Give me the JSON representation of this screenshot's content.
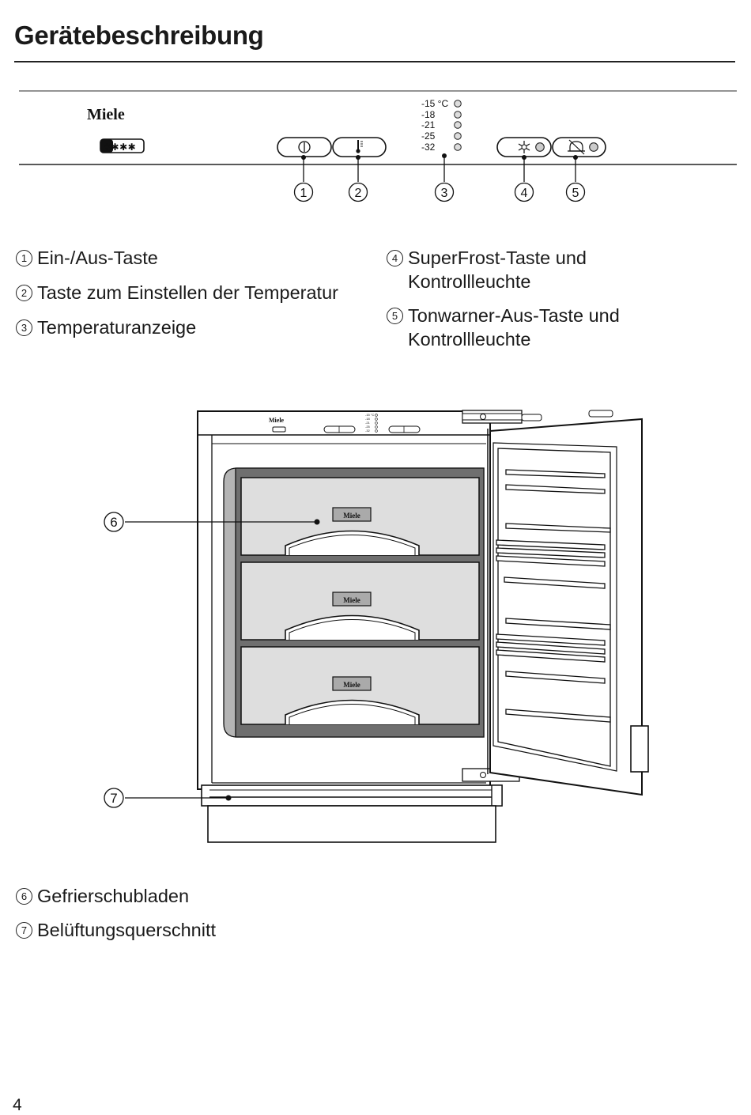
{
  "header": {
    "title": "Gerätebeschreibung"
  },
  "panel": {
    "brand": "Miele",
    "star_rating": "✱✱✱✱",
    "temperatures": [
      "-15 °C",
      "-18",
      "-21",
      "-25",
      "-32"
    ],
    "callouts": [
      "1",
      "2",
      "3",
      "4",
      "5"
    ]
  },
  "legend_top": [
    {
      "num": "1",
      "text": "Ein-/Aus-Taste"
    },
    {
      "num": "2",
      "text": "Taste zum Einstellen der Temperatur"
    },
    {
      "num": "3",
      "text": "Temperaturanzeige"
    },
    {
      "num": "4",
      "text": "SuperFrost-Taste und",
      "text2": "Kontrollleuchte"
    },
    {
      "num": "5",
      "text": "Tonwarner-Aus-Taste und",
      "text2": "Kontrollleuchte"
    }
  ],
  "illustration": {
    "brand": "Miele",
    "callouts": [
      "6",
      "7"
    ],
    "mini_temps": [
      "-15 °C",
      "-18",
      "-21",
      "-25",
      "-32"
    ]
  },
  "legend_bottom": [
    {
      "num": "6",
      "text": "Gefrierschubladen"
    },
    {
      "num": "7",
      "text": "Belüftungsquerschnitt"
    }
  ],
  "footer": {
    "page_number": "4"
  }
}
